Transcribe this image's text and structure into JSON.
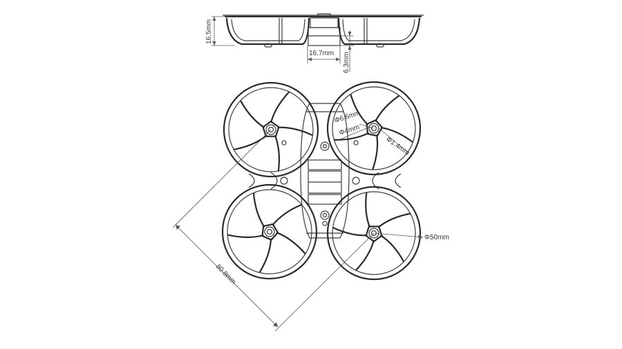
{
  "dimensions": {
    "frame_height": "16.5mm",
    "battery_slot_width": "16.7mm",
    "battery_slot_depth": "6.3mm",
    "motor_mount_outer": "Φ6.6mm",
    "motor_mount_inner": "Φ4mm",
    "screw_hole": "Φ1.4mm",
    "prop_guard_diameter": "Φ50mm",
    "diagonal_wheelbase": "80.8mm"
  },
  "colors": {
    "line": "#2a2a2a",
    "dimension": "#555555",
    "background": "#ffffff"
  }
}
